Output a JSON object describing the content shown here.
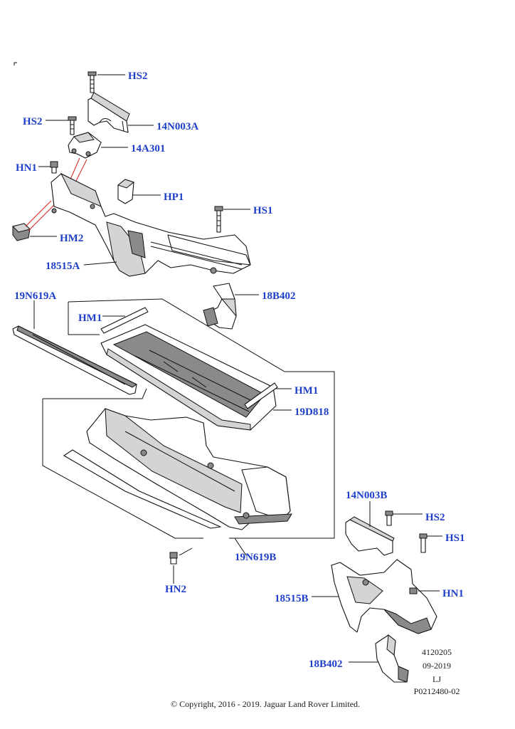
{
  "labels": {
    "hs2_top": "HS2",
    "hs2_left": "HS2",
    "part_14n003a": "14N003A",
    "part_14a301": "14A301",
    "hn1_left": "HN1",
    "hp1": "HP1",
    "hs1_top": "HS1",
    "hm2": "HM2",
    "part_18515a": "18515A",
    "part_18b402_top": "18B402",
    "part_19n619a": "19N619A",
    "hm1_left": "HM1",
    "hm1_right": "HM1",
    "part_19d818": "19D818",
    "part_19n619b": "19N619B",
    "hn2": "HN2",
    "part_14n003b": "14N003B",
    "hs2_right": "HS2",
    "hs1_right": "HS1",
    "hn1_right": "HN1",
    "part_18515b": "18515B",
    "part_18b402_bottom": "18B402"
  },
  "meta": {
    "code": "4120205",
    "date": "09-2019",
    "initials": "LJ",
    "reference": "P0212480-02",
    "copyright": "© Copyright, 2016 - 2019. Jaguar Land Rover Limited."
  },
  "colors": {
    "callout": "#1e3fc8",
    "leader": "#111111",
    "red_leader": "#d42020"
  }
}
